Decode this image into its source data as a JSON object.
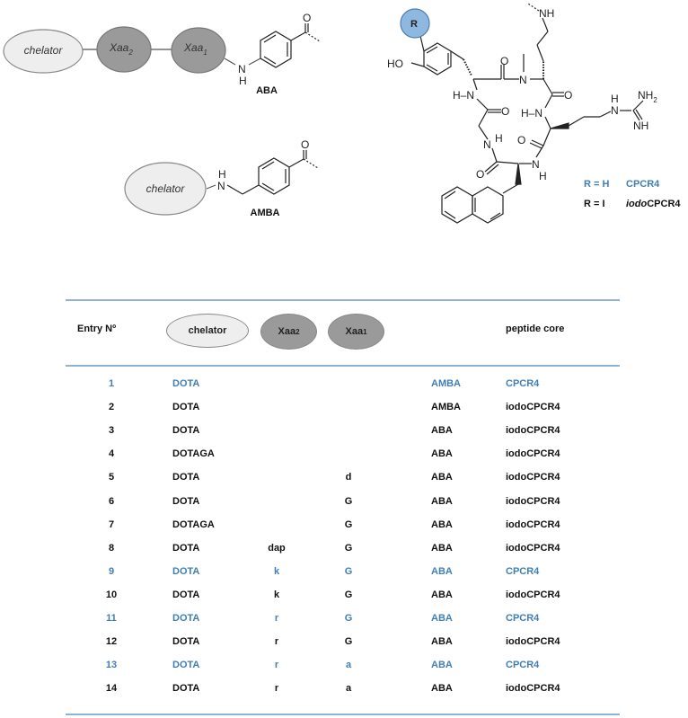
{
  "scheme": {
    "aba": {
      "chelator": "chelator",
      "xaa2": "Xaa",
      "xaa2_sub": "2",
      "xaa1": "Xaa",
      "xaa1_sub": "1",
      "nh_n": "N",
      "nh_h": "H",
      "o": "O",
      "label": "ABA"
    },
    "amba": {
      "chelator": "chelator",
      "nh_n": "N",
      "nh_h": "H",
      "o": "O",
      "label": "AMBA"
    }
  },
  "molecule": {
    "r_label": "R",
    "ho": "HO",
    "nh_top": "NH",
    "n_me": "N",
    "o1": "O",
    "o2": "O",
    "o3": "O",
    "o4": "O",
    "o5": "O",
    "hn1": "H–N",
    "hn2": "H–N",
    "nh_gly": "N",
    "h_gly": "H",
    "nh_nal": "N",
    "h_nal": "H",
    "guan_nh": "N",
    "guan_h": "H",
    "nh2": "NH",
    "nh2_sub": "2",
    "nh": "NH",
    "legend": [
      {
        "r": "R = H",
        "name": "CPCR4",
        "color": "#3f7fb5"
      },
      {
        "r": "R = I",
        "name_italic": "iodo",
        "name": "CPCR4",
        "color": "#111"
      }
    ]
  },
  "table": {
    "headers": {
      "entry": "Entry Nº",
      "chelator": "chelator",
      "xaa2": "Xaa",
      "xaa2_sub": "2",
      "xaa1": "Xaa",
      "xaa1_sub": "1",
      "core": "peptide core"
    },
    "rows": [
      {
        "entry": "1",
        "chelator": "DOTA",
        "xaa2": "",
        "xaa1": "",
        "linker": "AMBA",
        "core": "CPCR4",
        "highlight": true
      },
      {
        "entry": "2",
        "chelator": "DOTA",
        "xaa2": "",
        "xaa1": "",
        "linker": "AMBA",
        "core": "iodoCPCR4",
        "highlight": false
      },
      {
        "entry": "3",
        "chelator": "DOTA",
        "xaa2": "",
        "xaa1": "",
        "linker": "ABA",
        "core": "iodoCPCR4",
        "highlight": false
      },
      {
        "entry": "4",
        "chelator": "DOTAGA",
        "xaa2": "",
        "xaa1": "",
        "linker": "ABA",
        "core": "iodoCPCR4",
        "highlight": false
      },
      {
        "entry": "5",
        "chelator": "DOTA",
        "xaa2": "",
        "xaa1": "d",
        "linker": "ABA",
        "core": "iodoCPCR4",
        "highlight": false
      },
      {
        "entry": "6",
        "chelator": "DOTA",
        "xaa2": "",
        "xaa1": "G",
        "linker": "ABA",
        "core": "iodoCPCR4",
        "highlight": false
      },
      {
        "entry": "7",
        "chelator": "DOTAGA",
        "xaa2": "",
        "xaa1": "G",
        "linker": "ABA",
        "core": "iodoCPCR4",
        "highlight": false
      },
      {
        "entry": "8",
        "chelator": "DOTA",
        "xaa2": "dap",
        "xaa1": "G",
        "linker": "ABA",
        "core": "iodoCPCR4",
        "highlight": false
      },
      {
        "entry": "9",
        "chelator": "DOTA",
        "xaa2": "k",
        "xaa1": "G",
        "linker": "ABA",
        "core": "CPCR4",
        "highlight": true
      },
      {
        "entry": "10",
        "chelator": "DOTA",
        "xaa2": "k",
        "xaa1": "G",
        "linker": "ABA",
        "core": "iodoCPCR4",
        "highlight": false
      },
      {
        "entry": "11",
        "chelator": "DOTA",
        "xaa2": "r",
        "xaa1": "G",
        "linker": "ABA",
        "core": "CPCR4",
        "highlight": true
      },
      {
        "entry": "12",
        "chelator": "DOTA",
        "xaa2": "r",
        "xaa1": "G",
        "linker": "ABA",
        "core": "iodoCPCR4",
        "highlight": false
      },
      {
        "entry": "13",
        "chelator": "DOTA",
        "xaa2": "r",
        "xaa1": "a",
        "linker": "ABA",
        "core": "CPCR4",
        "highlight": true
      },
      {
        "entry": "14",
        "chelator": "DOTA",
        "xaa2": "r",
        "xaa1": "a",
        "linker": "ABA",
        "core": "iodoCPCR4",
        "highlight": false
      }
    ]
  },
  "colors": {
    "blue": "#3f7fb5",
    "rule": "#8fb3d1",
    "dark_ellipse": "#9a9a9a",
    "light_ellipse": "#eeeeee"
  }
}
